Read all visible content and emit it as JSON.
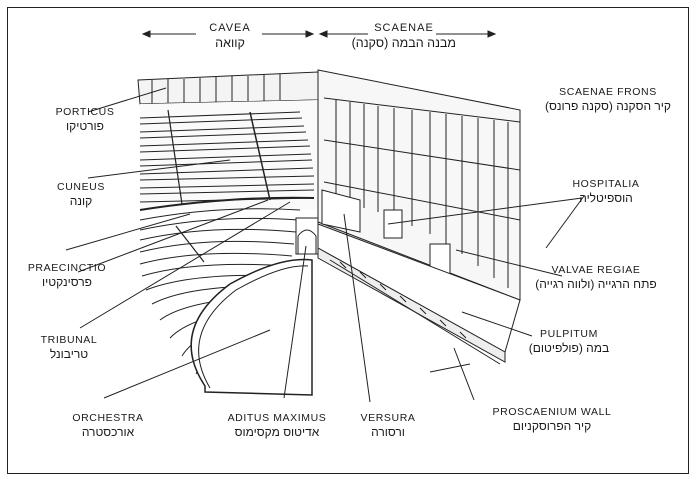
{
  "headers": {
    "cavea": {
      "en": "CAVEA",
      "he": "קוואה"
    },
    "scaenae": {
      "en": "SCAENAE",
      "he": "מבנה הבמה (סקנה)"
    }
  },
  "labels": {
    "porticus": {
      "en": "PORTICUS",
      "he": "פורטיקו"
    },
    "cuneus": {
      "en": "CUNEUS",
      "he": "קונה"
    },
    "praecinctio": {
      "en": "PRAECINCTIO",
      "he": "פרסינקטיו"
    },
    "tribunal": {
      "en": "TRIBUNAL",
      "he": "טריבונל"
    },
    "orchestra": {
      "en": "ORCHESTRA",
      "he": "אורכסטרה"
    },
    "aditus_maximus": {
      "en": "ADITUS MAXIMUS",
      "he": "אדיטוס מקסימוס"
    },
    "versura": {
      "en": "VERSURA",
      "he": "ורסורה"
    },
    "proscaenium_wall": {
      "en": "PROSCAENIUM WALL",
      "he": "קיר הפרוסקניום"
    },
    "pulpitum": {
      "en": "PULPITUM",
      "he": "במה (פולפיטום)"
    },
    "valvae_regiae": {
      "en": "VALVAE REGIAE",
      "he": "פתח הרגייה (ולווה רגייה)"
    },
    "hospitalia": {
      "en": "HOSPITALIA",
      "he": "הוספיטליה"
    },
    "scaenae_frons": {
      "en": "SCAENAE FRONS",
      "he": "קיר הסקנה (סקנה פרונס)"
    }
  }
}
